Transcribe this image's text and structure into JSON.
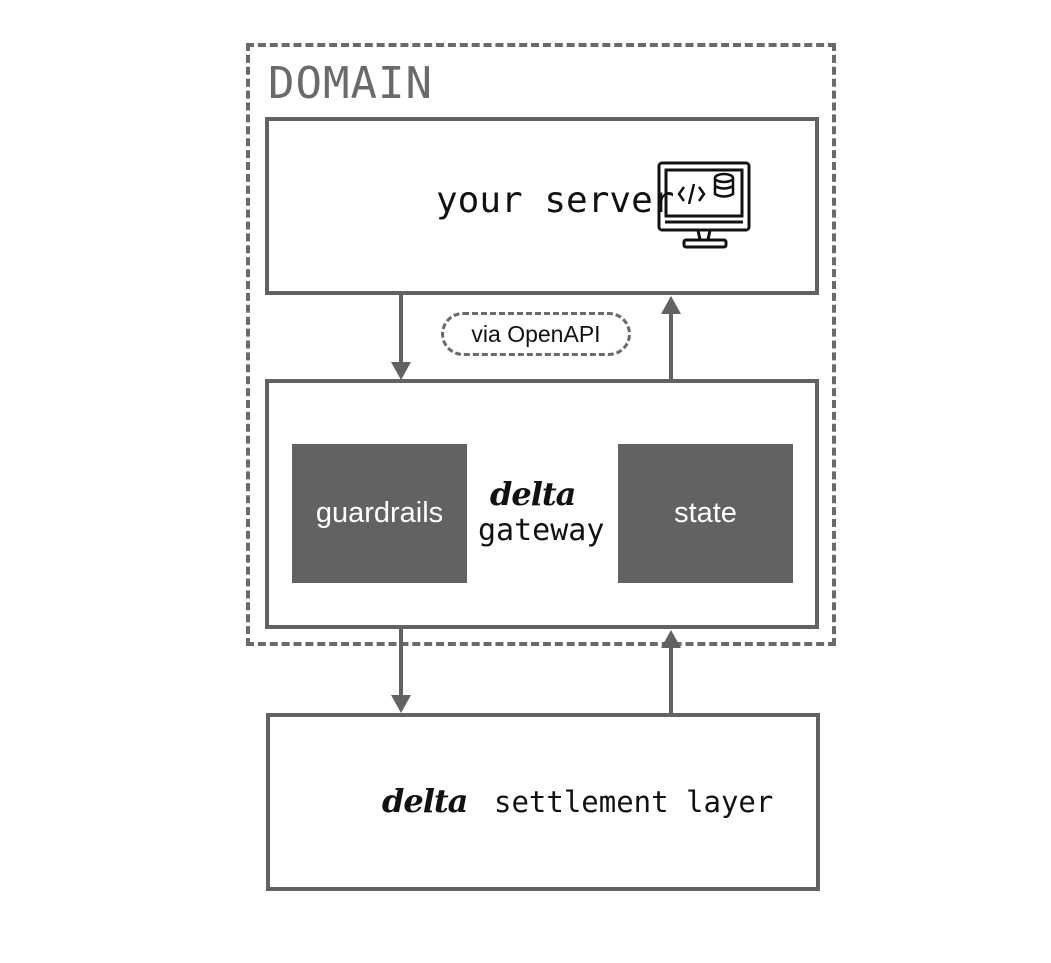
{
  "domain": {
    "label": "DOMAIN"
  },
  "server": {
    "label": "your server",
    "icon": "computer-code-database-icon"
  },
  "connector": {
    "label": "via OpenAPI"
  },
  "gateway": {
    "brand": "delta",
    "label": "gateway",
    "left_block": "guardrails",
    "right_block": "state"
  },
  "settlement": {
    "brand": "delta",
    "label": "settlement layer"
  },
  "colors": {
    "stroke": "#626262",
    "block_fill": "#626262",
    "text": "#111111",
    "background": "#ffffff"
  }
}
